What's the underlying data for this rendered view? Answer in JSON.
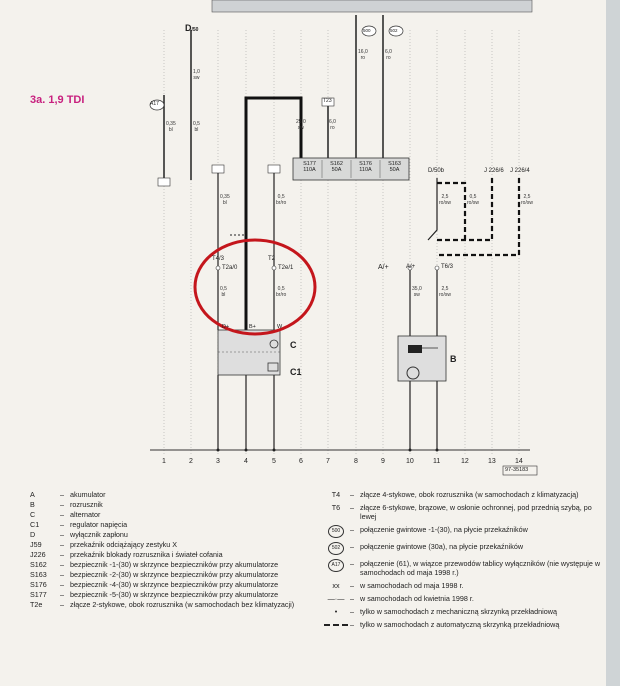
{
  "page_title": "3a. 1,9 TDI",
  "diagram_code": "97-35183",
  "colors": {
    "title": "#c8217f",
    "highlight": "#c4161c"
  },
  "labels": {
    "d_top": "D",
    "d_top_sub": "/50",
    "a17": "A17",
    "s00": "500",
    "s02": "502",
    "t23": "T23",
    "t43": "T4/3",
    "t2": "T2",
    "t2e": "T2e/1",
    "t2a": "T2a/0",
    "t2b": "T2e/1",
    "j226": "J 226/6",
    "j2264": "J 226/4",
    "d50b": "D/50b",
    "a_plus": "A/+",
    "a_plus2": "A/+",
    "t63": "T6/3",
    "c": "C",
    "c1": "C1",
    "b": "B",
    "dplus": "D+",
    "bplus": "B+",
    "w": "W",
    "fuses": [
      {
        "id": "S177",
        "val": "110A"
      },
      {
        "id": "S162",
        "val": "50A"
      },
      {
        "id": "S176",
        "val": "110A"
      },
      {
        "id": "S163",
        "val": "50A"
      }
    ]
  },
  "wires": {
    "w1": "1,0\nsw",
    "w2": "0,35\nbl",
    "w3": "0,5\nbl",
    "w4": "25,0\nsw",
    "w5": "6,0\nro",
    "w6": "16,0\nro",
    "w7": "6,0\nro",
    "w8": "0,35\nbl",
    "w9": "0,5\nbr/ro",
    "w10": "0,5\nbl",
    "w11": "0,5\nbr/ro",
    "w12": "2,5\nro/sw",
    "w13": "0,5\nro/sw",
    "w14": "2,5\nro/sw",
    "w15": "35,0\nsw",
    "w16": "2,5\nro/sw"
  },
  "track_numbers": [
    "1",
    "2",
    "3",
    "4",
    "5",
    "6",
    "7",
    "8",
    "9",
    "10",
    "11",
    "12",
    "13",
    "14"
  ],
  "legend_left": [
    {
      "key": "A",
      "text": "akumulator"
    },
    {
      "key": "B",
      "text": "rozrusznik"
    },
    {
      "key": "C",
      "text": "alternator"
    },
    {
      "key": "C1",
      "text": "regulator napięcia"
    },
    {
      "key": "D",
      "text": "wyłącznik zapłonu"
    },
    {
      "key": "J59",
      "text": "przekaźnik odciążający zestyku X"
    },
    {
      "key": "J226",
      "text": "przekaźnik blokady rozrusznika i świateł cofania"
    },
    {
      "key": "S162",
      "text": "bezpiecznik -1-(30) w skrzynce bezpieczników przy akumulatorze"
    },
    {
      "key": "S163",
      "text": "bezpiecznik -2-(30) w skrzynce bezpieczników przy akumulatorze"
    },
    {
      "key": "S176",
      "text": "bezpiecznik -4-(30) w skrzynce bezpieczników przy akumulatorze"
    },
    {
      "key": "S177",
      "text": "bezpiecznik -5-(30) w skrzynce bezpieczników przy akumulatorze"
    },
    {
      "key": "T2e",
      "text": "złącze 2-stykowe, obok rozrusznika (w samochodach bez klimatyzacji)"
    }
  ],
  "legend_right": [
    {
      "key": "T4",
      "type": "text",
      "text": "złącze 4-stykowe, obok rozrusznika (w samochodach z klimatyzacją)"
    },
    {
      "key": "T6",
      "type": "text",
      "text": "złącze 6-stykowe, brązowe, w osłonie ochronnej, pod przednią szybą, po lewej"
    },
    {
      "key": "500",
      "type": "circle",
      "text": "połączenie gwintowe -1-(30), na płycie przekaźników"
    },
    {
      "key": "502",
      "type": "circle",
      "text": "połączenie gwintowe (30a), na płycie przekaźników"
    },
    {
      "key": "A17",
      "type": "circle",
      "text": "połączenie (61), w wiązce przewodów tablicy wyłączników (nie występuje w samochodach od maja 1998 r.)"
    },
    {
      "key": "xx",
      "type": "text",
      "text": "w samochodach od maja 1998 r."
    },
    {
      "key": "—·—",
      "type": "text",
      "text": "w samochodach od kwietnia 1998 r."
    },
    {
      "key": "•",
      "type": "text",
      "text": "tylko w samochodach z mechaniczną skrzynką przekładniową"
    },
    {
      "key": "dash",
      "type": "dash",
      "text": "tylko w samochodach z automatyczną skrzynką przekładniową"
    }
  ]
}
